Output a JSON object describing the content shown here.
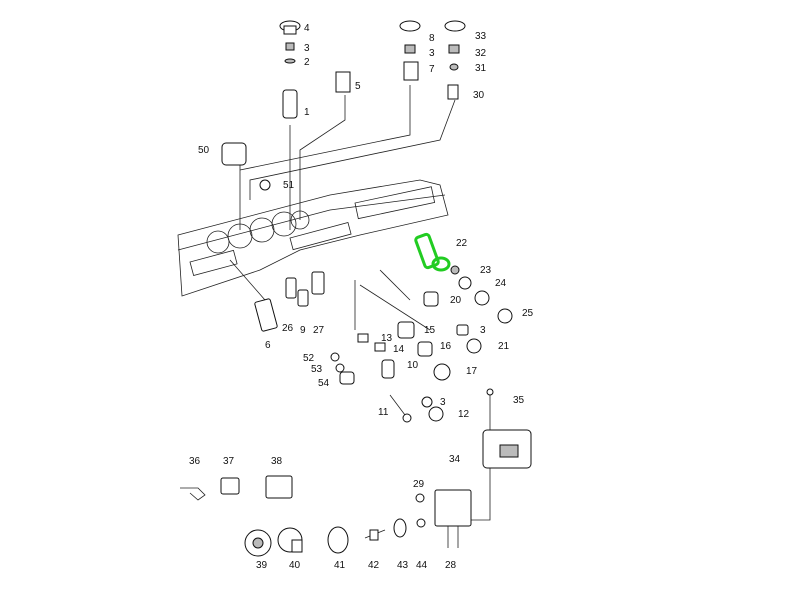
{
  "diagram": {
    "highlight_color": "#22cc22",
    "callouts": [
      "4",
      "3",
      "2",
      "1",
      "5",
      "8",
      "3",
      "7",
      "33",
      "32",
      "31",
      "30",
      "50",
      "51",
      "22",
      "23",
      "24",
      "25",
      "20",
      "3",
      "21",
      "16",
      "17",
      "15",
      "13",
      "14",
      "10",
      "52",
      "53",
      "54",
      "6",
      "26",
      "9",
      "27",
      "11",
      "3",
      "12",
      "35",
      "34",
      "36",
      "37",
      "38",
      "39",
      "40",
      "41",
      "42",
      "43",
      "44",
      "28",
      "29"
    ]
  }
}
